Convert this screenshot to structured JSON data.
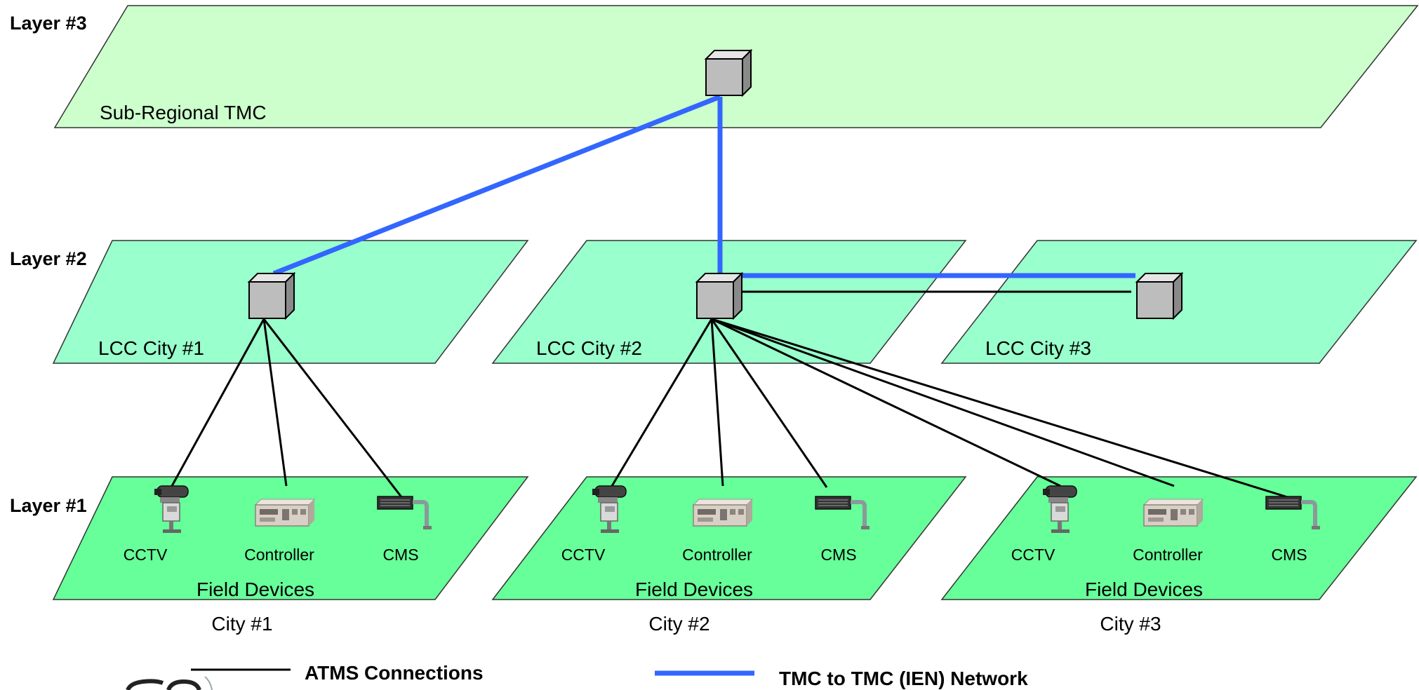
{
  "layers": {
    "layer3": "Layer #3",
    "layer2": "Layer #2",
    "layer1": "Layer #1"
  },
  "planes": {
    "tmc": "Sub-Regional TMC",
    "lcc1": "LCC City #1",
    "lcc2": "LCC City #2",
    "lcc3": "LCC City #3",
    "field1": "Field Devices",
    "field2": "Field Devices",
    "field3": "Field Devices"
  },
  "devices": {
    "cctv": "CCTV",
    "controller": "Controller",
    "cms": "CMS"
  },
  "cities": [
    "City #1",
    "City #2",
    "City #3"
  ],
  "legend": {
    "atms": "ATMS Connections",
    "ien": "TMC to TMC (IEN) Network"
  },
  "colors": {
    "layer3_fill": "#ccffcc",
    "layer2_fill": "#99ffcc",
    "layer1_fill": "#66ff99",
    "ien_line": "#3366ff",
    "atms_line": "#000000"
  },
  "icons": [
    "server-icon",
    "cctv-camera-icon",
    "controller-cabinet-icon",
    "cms-sign-icon"
  ]
}
